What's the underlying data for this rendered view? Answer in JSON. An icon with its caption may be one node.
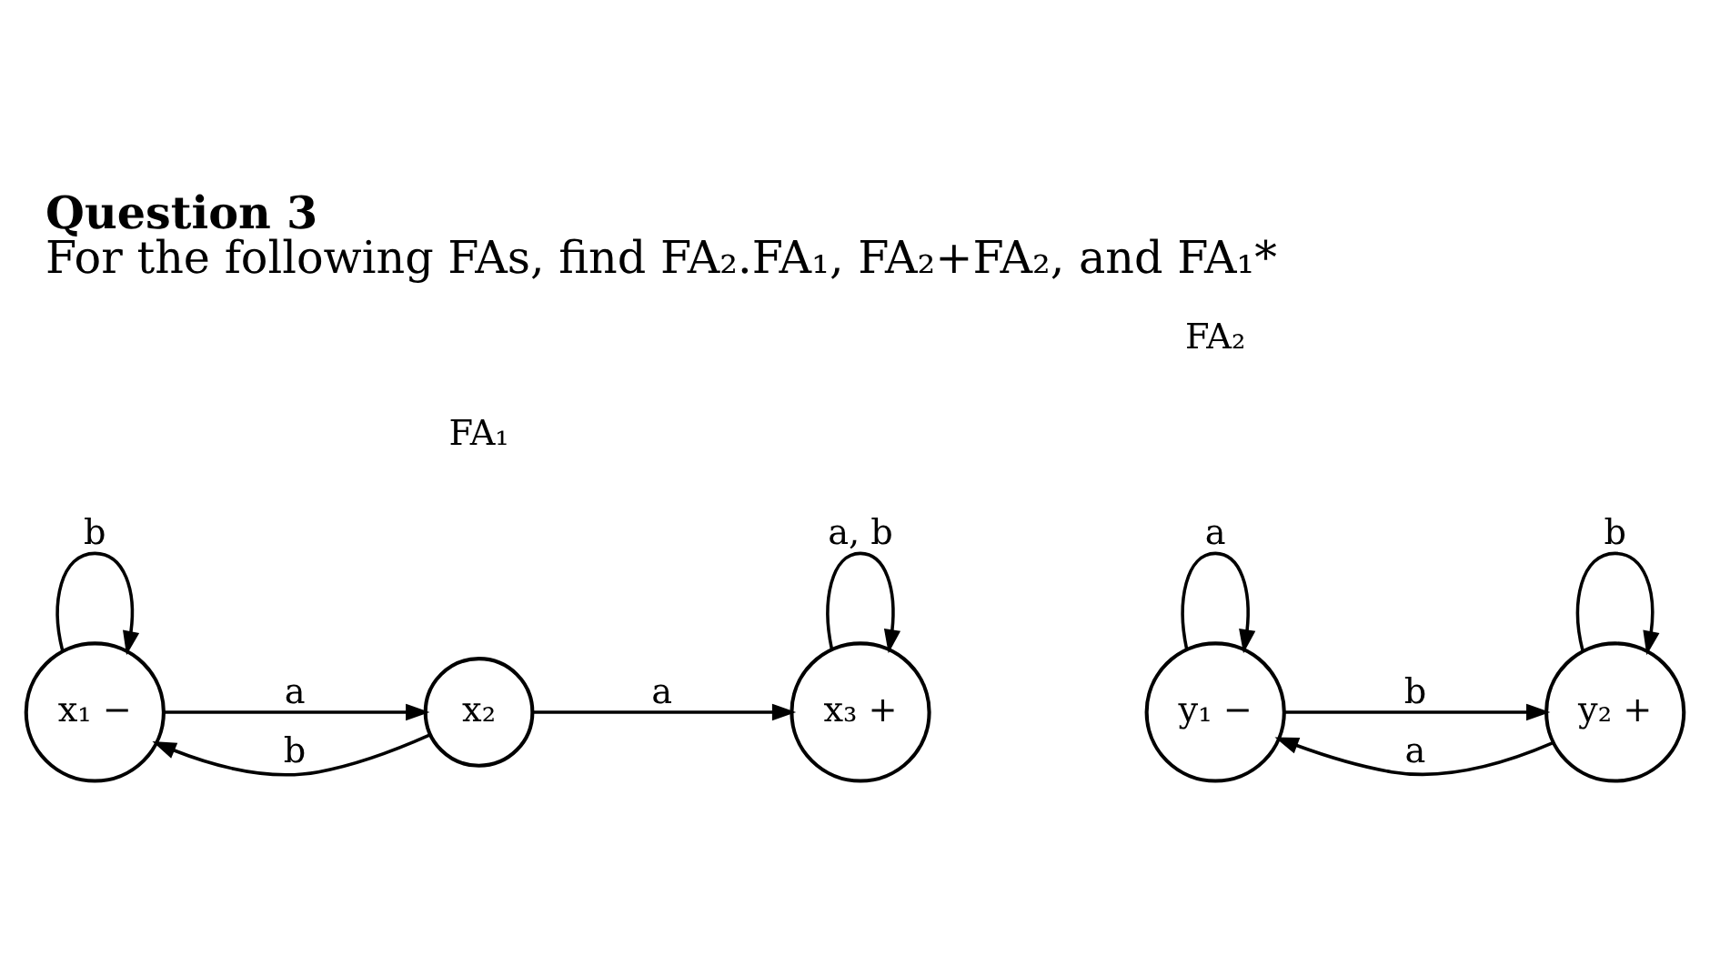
{
  "diagram": {
    "title": "Question 3",
    "caption": "For the following FAs, find FA₂.FA₁, FA₂+FA₂, and FA₁*",
    "nodes": [
      {
        "text": [
          "x₁ −"
        ]
      },
      {
        "text": [
          "x₂"
        ]
      },
      {
        "text": [
          "x₃ +"
        ]
      },
      {
        "text": [
          "y₁ −"
        ]
      },
      {
        "text": [
          "y₂ +"
        ]
      }
    ],
    "edges": [
      {
        "from": 0,
        "to": 0,
        "arrow": "to",
        "label": "b"
      },
      {
        "from": 0,
        "to": 1,
        "arrow": "to",
        "label": "a"
      },
      {
        "from": 1,
        "to": 0,
        "arrow": "to",
        "label": "b"
      },
      {
        "from": 1,
        "to": 2,
        "arrow": "to",
        "label": "a"
      },
      {
        "from": 2,
        "to": 2,
        "arrow": "to",
        "label": "a, b"
      },
      {
        "from": 3,
        "to": 3,
        "arrow": "to",
        "label": "a"
      },
      {
        "from": 3,
        "to": 4,
        "arrow": "to",
        "label": "b"
      },
      {
        "from": 4,
        "to": 3,
        "arrow": "to",
        "label": "a"
      },
      {
        "from": 4,
        "to": 4,
        "arrow": "to",
        "label": "b"
      }
    ],
    "labels": [
      "FA₁",
      "FA₂"
    ]
  }
}
